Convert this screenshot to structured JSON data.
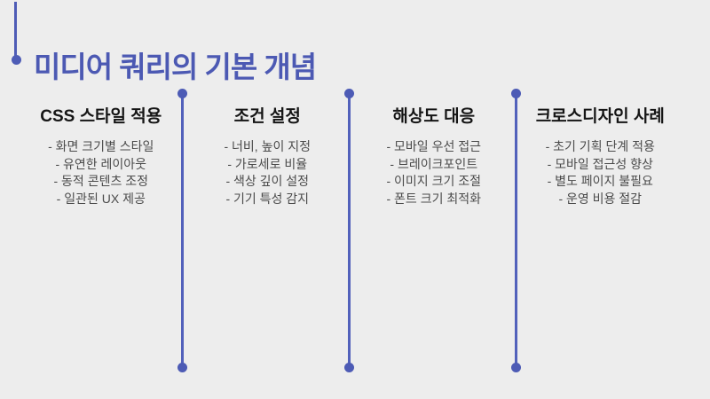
{
  "page": {
    "background_color": "#ededed",
    "accent_color": "#4c59b3",
    "divider_color": "#5261bb"
  },
  "title": "미디어 쿼리의 기본 개념",
  "columns": [
    {
      "title": "CSS 스타일 적용",
      "items": [
        "- 화면 크기별 스타일",
        "- 유연한 레이아웃",
        "- 동적 콘텐츠 조정",
        "- 일관된 UX 제공"
      ]
    },
    {
      "title": "조건 설정",
      "items": [
        "- 너비, 높이 지정",
        "- 가로세로 비율",
        "- 색상 깊이 설정",
        "- 기기 특성 감지"
      ]
    },
    {
      "title": "해상도 대응",
      "items": [
        "- 모바일 우선 접근",
        "- 브레이크포인트",
        "- 이미지 크기 조절",
        "- 폰트 크기 최적화"
      ]
    },
    {
      "title": "크로스디자인 사례",
      "items": [
        "- 초기 기획 단계 적용",
        "- 모바일 접근성 향상",
        "- 별도 페이지 불필요",
        "- 운영 비용 절감"
      ]
    }
  ]
}
